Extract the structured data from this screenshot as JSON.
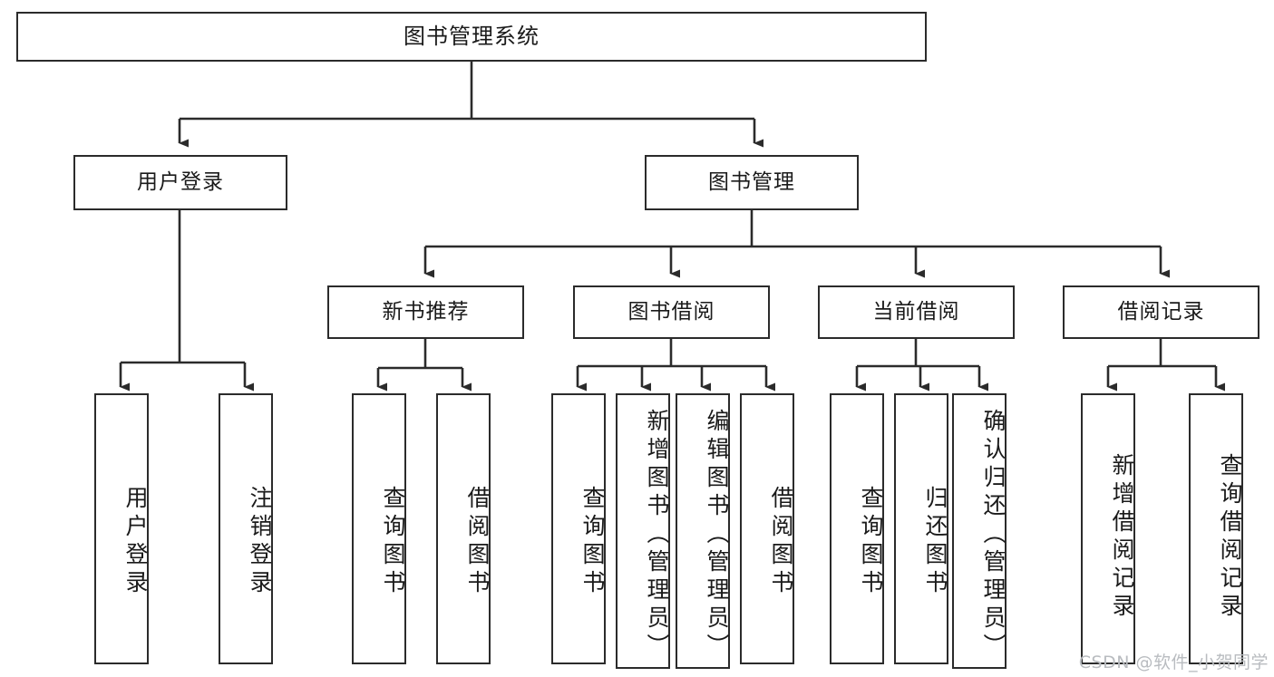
{
  "diagram": {
    "title": "图书管理系统",
    "type": "tree-hierarchy-diagram",
    "watermark": "CSDN @软件_小贺同学",
    "colors": {
      "box_border": "#2b2b2b",
      "box_fill": "#ffffff",
      "connector": "#2b2b2b",
      "text": "#1a1a1a",
      "watermark": "#b9bcc0"
    },
    "levels": {
      "root": {
        "label": "图书管理系统"
      },
      "level2": [
        {
          "id": "user-login",
          "label": "用户登录"
        },
        {
          "id": "book-management",
          "label": "图书管理"
        }
      ],
      "level3": [
        {
          "id": "new-book-recommend",
          "label": "新书推荐"
        },
        {
          "id": "book-borrow",
          "label": "图书借阅"
        },
        {
          "id": "current-borrow",
          "label": "当前借阅"
        },
        {
          "id": "borrow-record",
          "label": "借阅记录"
        }
      ],
      "leaves": [
        {
          "id": "leaf-user-login",
          "label": "用户登录",
          "parent": "user-login"
        },
        {
          "id": "leaf-logout-login",
          "label": "注销登录",
          "parent": "user-login"
        },
        {
          "id": "leaf-query-book-1",
          "label": "查询图书",
          "parent": "new-book-recommend"
        },
        {
          "id": "leaf-borrow-book-1",
          "label": "借阅图书",
          "parent": "new-book-recommend"
        },
        {
          "id": "leaf-query-book-2",
          "label": "查询图书",
          "parent": "book-borrow"
        },
        {
          "id": "leaf-add-book",
          "label": "新增图书（管理员）",
          "parent": "book-borrow"
        },
        {
          "id": "leaf-edit-book",
          "label": "编辑图书（管理员）",
          "parent": "book-borrow"
        },
        {
          "id": "leaf-borrow-book-2",
          "label": "借阅图书",
          "parent": "book-borrow"
        },
        {
          "id": "leaf-query-book-3",
          "label": "查询图书",
          "parent": "current-borrow"
        },
        {
          "id": "leaf-return-book",
          "label": "归还图书",
          "parent": "current-borrow"
        },
        {
          "id": "leaf-confirm-return",
          "label": "确认归还（管理员）",
          "parent": "current-borrow"
        },
        {
          "id": "leaf-add-record",
          "label": "新增借阅记录",
          "parent": "borrow-record"
        },
        {
          "id": "leaf-query-record",
          "label": "查询借阅记录",
          "parent": "borrow-record"
        }
      ]
    }
  }
}
